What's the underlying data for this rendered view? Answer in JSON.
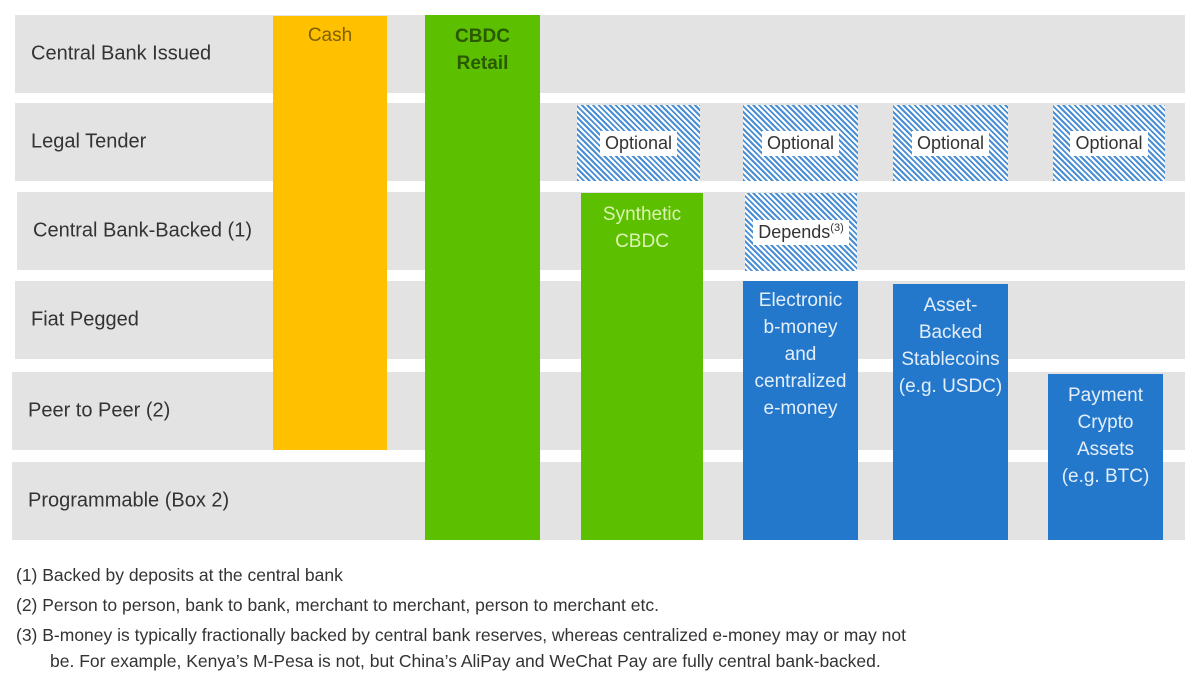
{
  "rows": [
    {
      "label": "Central Bank Issued"
    },
    {
      "label": "Legal Tender"
    },
    {
      "label": "Central Bank-Backed (1)"
    },
    {
      "label": "Fiat Pegged"
    },
    {
      "label": "Peer to Peer (2)"
    },
    {
      "label": "Programmable (Box 2)"
    }
  ],
  "columns": {
    "cash": {
      "lines": [
        "Cash"
      ],
      "color": "#ffc000"
    },
    "cbdc_retail": {
      "lines": [
        "CBDC",
        "Retail"
      ],
      "color": "#5cbf00"
    },
    "synthetic_cbdc": {
      "lines": [
        "Synthetic",
        "CBDC"
      ],
      "color": "#5cbf00"
    },
    "electronic": {
      "lines": [
        "Electronic",
        "b-money",
        "and",
        "centralized",
        "e-money"
      ],
      "color": "#2378cc"
    },
    "asset_backed": {
      "lines": [
        "Asset-",
        "Backed",
        "Stablecoins",
        "(e.g. USDC)"
      ],
      "color": "#2378cc"
    },
    "payment_crypto": {
      "lines": [
        "Payment",
        "Crypto",
        "Assets",
        "(e.g. BTC)"
      ],
      "color": "#2378cc"
    }
  },
  "hatched": {
    "optional": "Optional",
    "depends": "Depends",
    "depends_sup": "(3)"
  },
  "footnotes": [
    "(1)  Backed by deposits at the central bank",
    "(2)  Person to person, bank to bank, merchant to merchant, person to merchant etc.",
    "(3)  B-money is typically fractionally backed by central bank reserves, whereas centralized e-money may or may not",
    "       be. For example, Kenya’s M-Pesa is not, but China’s AliPay and WeChat Pay are fully central bank-backed."
  ]
}
